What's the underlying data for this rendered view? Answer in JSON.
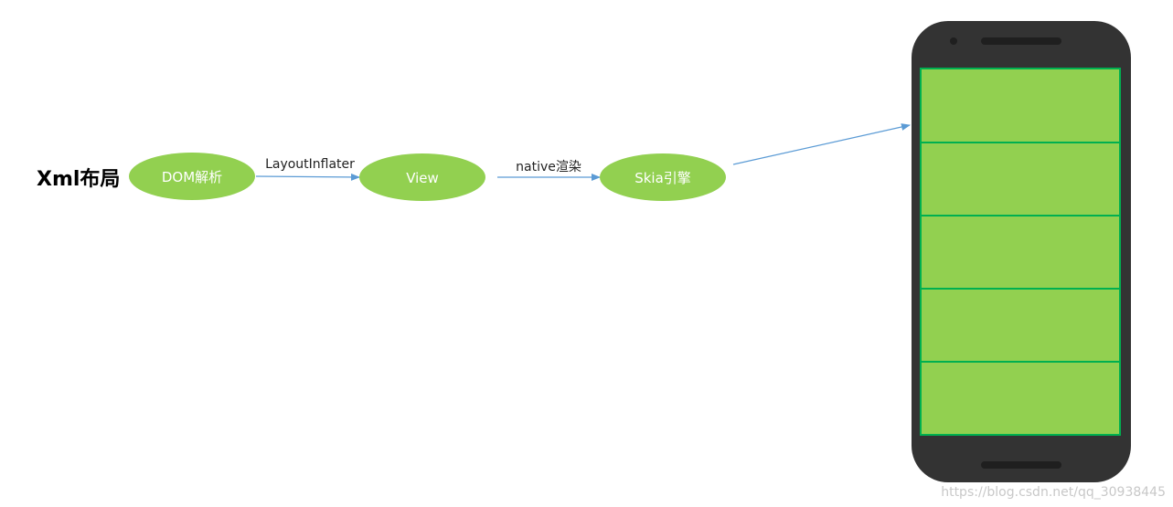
{
  "title": "Xml布局",
  "nodes": {
    "dom": "DOM解析",
    "view": "View",
    "skia": "Skia引擎"
  },
  "edges": {
    "layout_inflater": "LayoutInflater",
    "native_render": "native渲染"
  },
  "watermark": "https://blog.csdn.net/qq_30938445",
  "colors": {
    "node_fill": "#92d050",
    "arrow": "#5b9bd5",
    "phone_body": "#333333",
    "screen_fill": "#92d050",
    "screen_grid": "#00b050",
    "speaker": "#1f1f1f"
  }
}
